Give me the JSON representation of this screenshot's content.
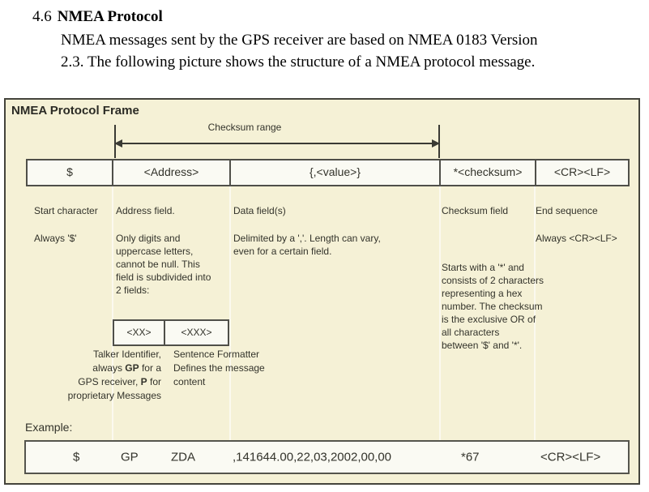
{
  "document": {
    "section_number": "4.6",
    "section_title": "NMEA Protocol",
    "intro": "NMEA messages sent by the GPS receiver are based on NMEA 0183 Version\n2.3. The following picture shows the structure of a NMEA protocol message."
  },
  "diagram": {
    "title": "NMEA Protocol Frame",
    "checksum_range_label": "Checksum range",
    "fields": [
      {
        "label": "$",
        "name": "Start character",
        "description": "Always '$'"
      },
      {
        "label": "<Address>",
        "name": "Address field.",
        "description": "Only digits and\nuppercase letters,\ncannot be null. This\nfield is subdivided into\n2 fields:"
      },
      {
        "label": "{,<value>}",
        "name": "Data field(s)",
        "description": "Delimited by a ','. Length can vary,\neven for a certain field."
      },
      {
        "label": "*<checksum>",
        "name": "Checksum field",
        "description": "Starts with a '*' and\nconsists of 2 characters\nrepresenting a hex\nnumber. The checksum\nis the exclusive OR of\nall characters\nbetween '$' and '*'."
      },
      {
        "label": "<CR><LF>",
        "name": "End sequence",
        "description": "Always <CR><LF>"
      }
    ],
    "address_subfields": {
      "talker_box": "<XX>",
      "formatter_box": "<XXX>",
      "talker_caption": {
        "line1": "Talker Identifier,",
        "line2_pre": "always ",
        "line2_bold": "GP",
        "line2_post": " for a",
        "line3_pre": "GPS receiver, ",
        "line3_bold": "P",
        "line3_post": "  for",
        "line4": "proprietary Messages"
      },
      "formatter_caption": "Sentence Formatter\nDefines the message\ncontent"
    },
    "example": {
      "label": "Example:",
      "values": [
        "$",
        "GP",
        "ZDA",
        ",141644.00,22,03,2002,00,00",
        "*67",
        "<CR><LF>"
      ]
    },
    "colors": {
      "frame_background": "#f5f1d6",
      "box_background": "#fafaf3",
      "border": "#4f4f49",
      "text": "#33332b"
    }
  }
}
